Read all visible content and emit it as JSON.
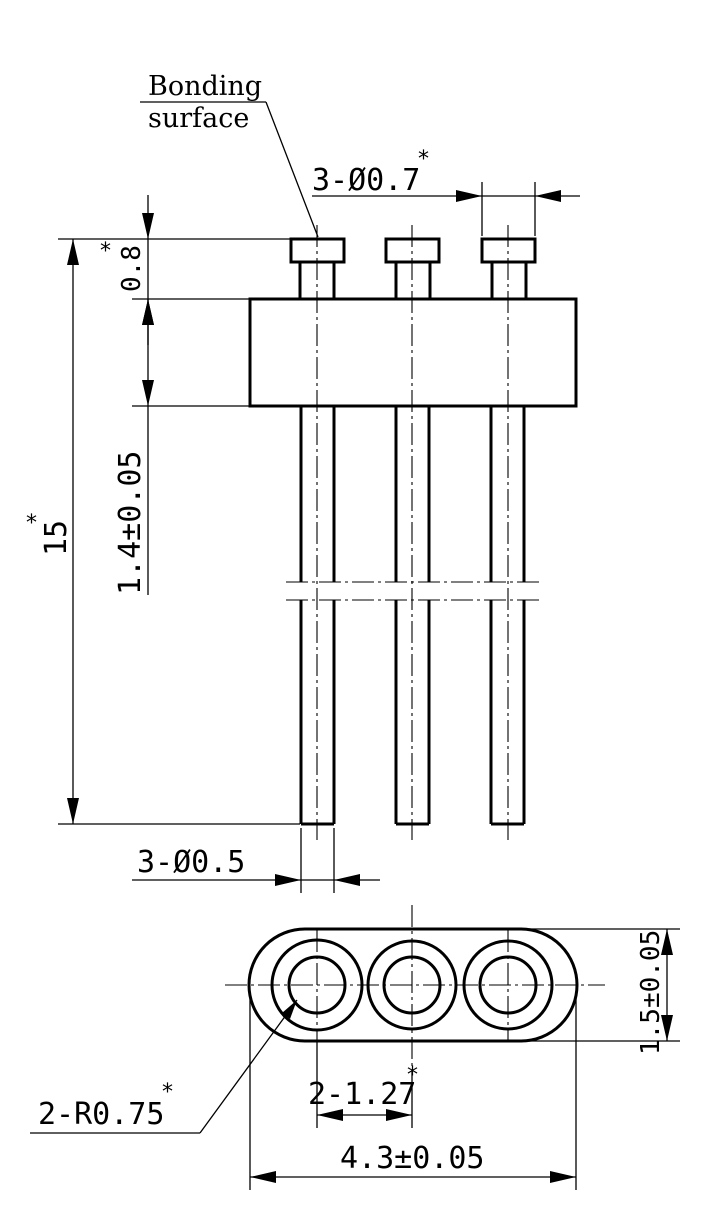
{
  "drawing": {
    "note": {
      "line1": "Bonding",
      "line2": "surface"
    },
    "dimensions": {
      "top_pin_diameter": "3-Ø0.7",
      "collar_height": "0.8",
      "body_height": "1.4±0.05",
      "total_length": "15",
      "pin_diameter": "3-Ø0.5",
      "end_radius": "2-R0.75",
      "pitch": "2-1.27",
      "width": "4.3±0.05",
      "height": "1.5±0.05",
      "star_marker": "*"
    }
  }
}
